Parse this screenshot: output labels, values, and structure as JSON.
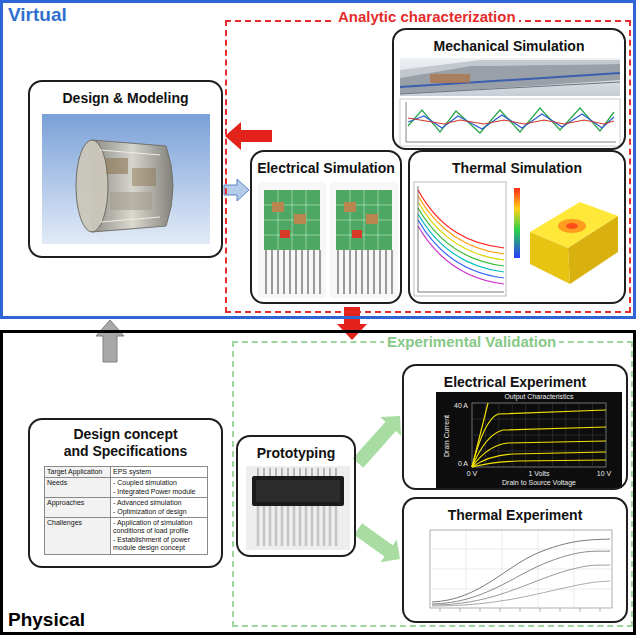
{
  "diagram": {
    "nodes": [
      {
        "text": [
          "Virtual"
        ]
      },
      {
        "text": [
          "Analytic characterization"
        ],
        "in": 0
      },
      {
        "text": [
          "Design & Modeling"
        ],
        "in": 0
      },
      {
        "text": [
          "Mechanical Simulation"
        ],
        "in": 1
      },
      {
        "text": [
          "Electrical Simulation"
        ],
        "in": 1
      },
      {
        "text": [
          "Thermal Simulation"
        ],
        "in": 1
      },
      {
        "text": [
          "Physical"
        ]
      },
      {
        "text": [
          "Experimental Validation"
        ],
        "in": 6
      },
      {
        "text": [
          "Design concept and Specifications"
        ],
        "in": 6
      },
      {
        "text": [
          "Prototyping"
        ],
        "in": 7
      },
      {
        "text": [
          "Electrical Experiment"
        ],
        "in": 7
      },
      {
        "text": [
          "Thermal Experiment"
        ],
        "in": 7
      }
    ],
    "edges": [
      {
        "from": 1,
        "to": 2,
        "arrow": "to"
      },
      {
        "from": 2,
        "to": 4,
        "arrow": "to"
      },
      {
        "from": 6,
        "to": 0,
        "arrow": "to"
      },
      {
        "from": 1,
        "to": 7,
        "arrow": "to"
      },
      {
        "from": 9,
        "to": 10,
        "arrow": "to"
      },
      {
        "from": 9,
        "to": 11,
        "arrow": "to"
      }
    ],
    "labels": [
      "Target Application",
      "EPS system",
      "Needs",
      "- Coupled simulation",
      "- Integrated Power module",
      "Approaches",
      "- Advanced simulation",
      "- Optimization of design",
      "Challenges",
      "- Application of simulation conditions of load profile",
      "- Establishment of power module design concept",
      "Output Characteristics",
      "40 A",
      "Drain Current",
      "0 A",
      "0 V",
      "1 Volts",
      "10 V",
      "Drain to Source Voltage"
    ]
  }
}
